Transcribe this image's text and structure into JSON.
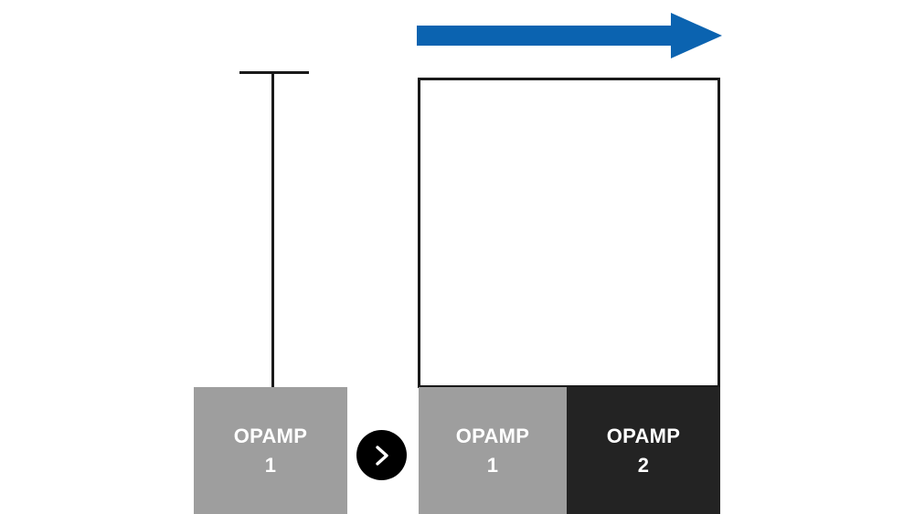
{
  "diagram": {
    "background_color": "#ffffff",
    "accent_color": "#0b63b0",
    "gray_color": "#9e9e9e",
    "dark_color": "#232323",
    "line_color": "#1a1a1a",
    "arrow": {
      "name": "blue-growth-arrow",
      "direction": "right",
      "color": "#0b63b0"
    },
    "bracket": {
      "name": "height-measure-bracket",
      "color": "#1a1a1a"
    },
    "outline_rectangle": {
      "name": "combined-capacity-outline",
      "fill": "#ffffff",
      "border_color": "#1a1a1a"
    },
    "transition_icon": "chevron-right-icon",
    "blocks_left": [
      {
        "name": "block-opamp-1-before",
        "line1": "OPAMP",
        "line2": "1",
        "color": "#9e9e9e",
        "text_color": "#ffffff"
      }
    ],
    "blocks_right": [
      {
        "name": "block-opamp-1-after",
        "line1": "OPAMP",
        "line2": "1",
        "color": "#9e9e9e",
        "text_color": "#ffffff"
      },
      {
        "name": "block-opamp-2-after",
        "line1": "OPAMP",
        "line2": "2",
        "color": "#232323",
        "text_color": "#ffffff"
      }
    ]
  }
}
